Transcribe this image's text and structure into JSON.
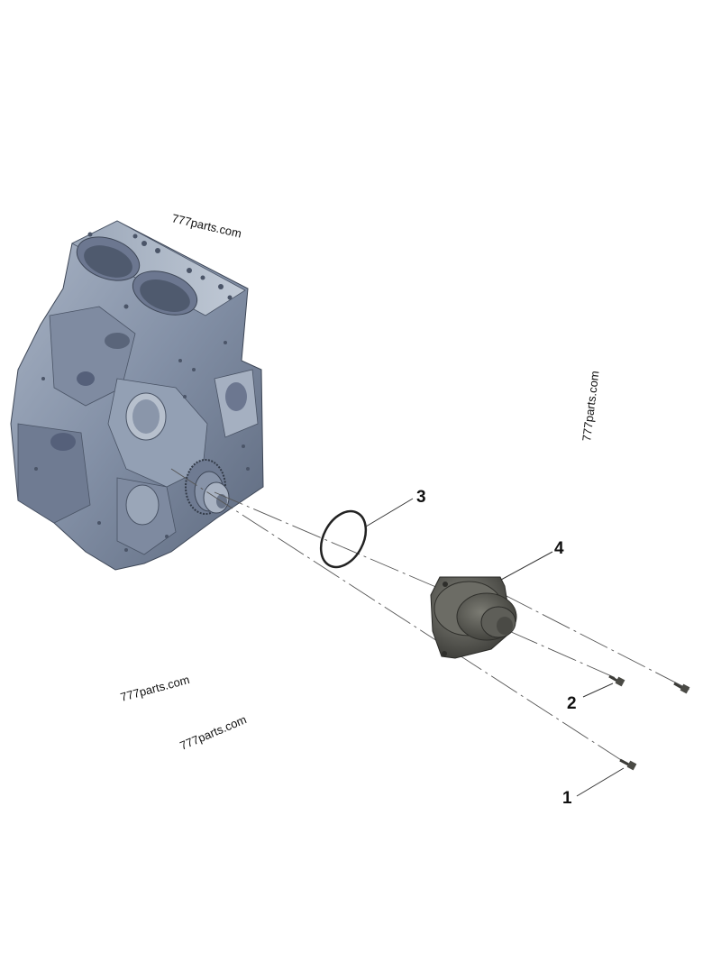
{
  "callouts": [
    {
      "id": "1",
      "label": "1"
    },
    {
      "id": "2",
      "label": "2"
    },
    {
      "id": "3",
      "label": "3"
    },
    {
      "id": "4",
      "label": "4"
    }
  ],
  "watermarks": [
    "777parts.com",
    "777parts.com",
    "777parts.com",
    "777parts.com"
  ],
  "colors": {
    "block": "#8a97ad",
    "block_dark": "#5f6b80",
    "block_light": "#b3bdcc",
    "pump": "#5e5e58",
    "pump_dark": "#3a3a36",
    "line": "#333333"
  }
}
